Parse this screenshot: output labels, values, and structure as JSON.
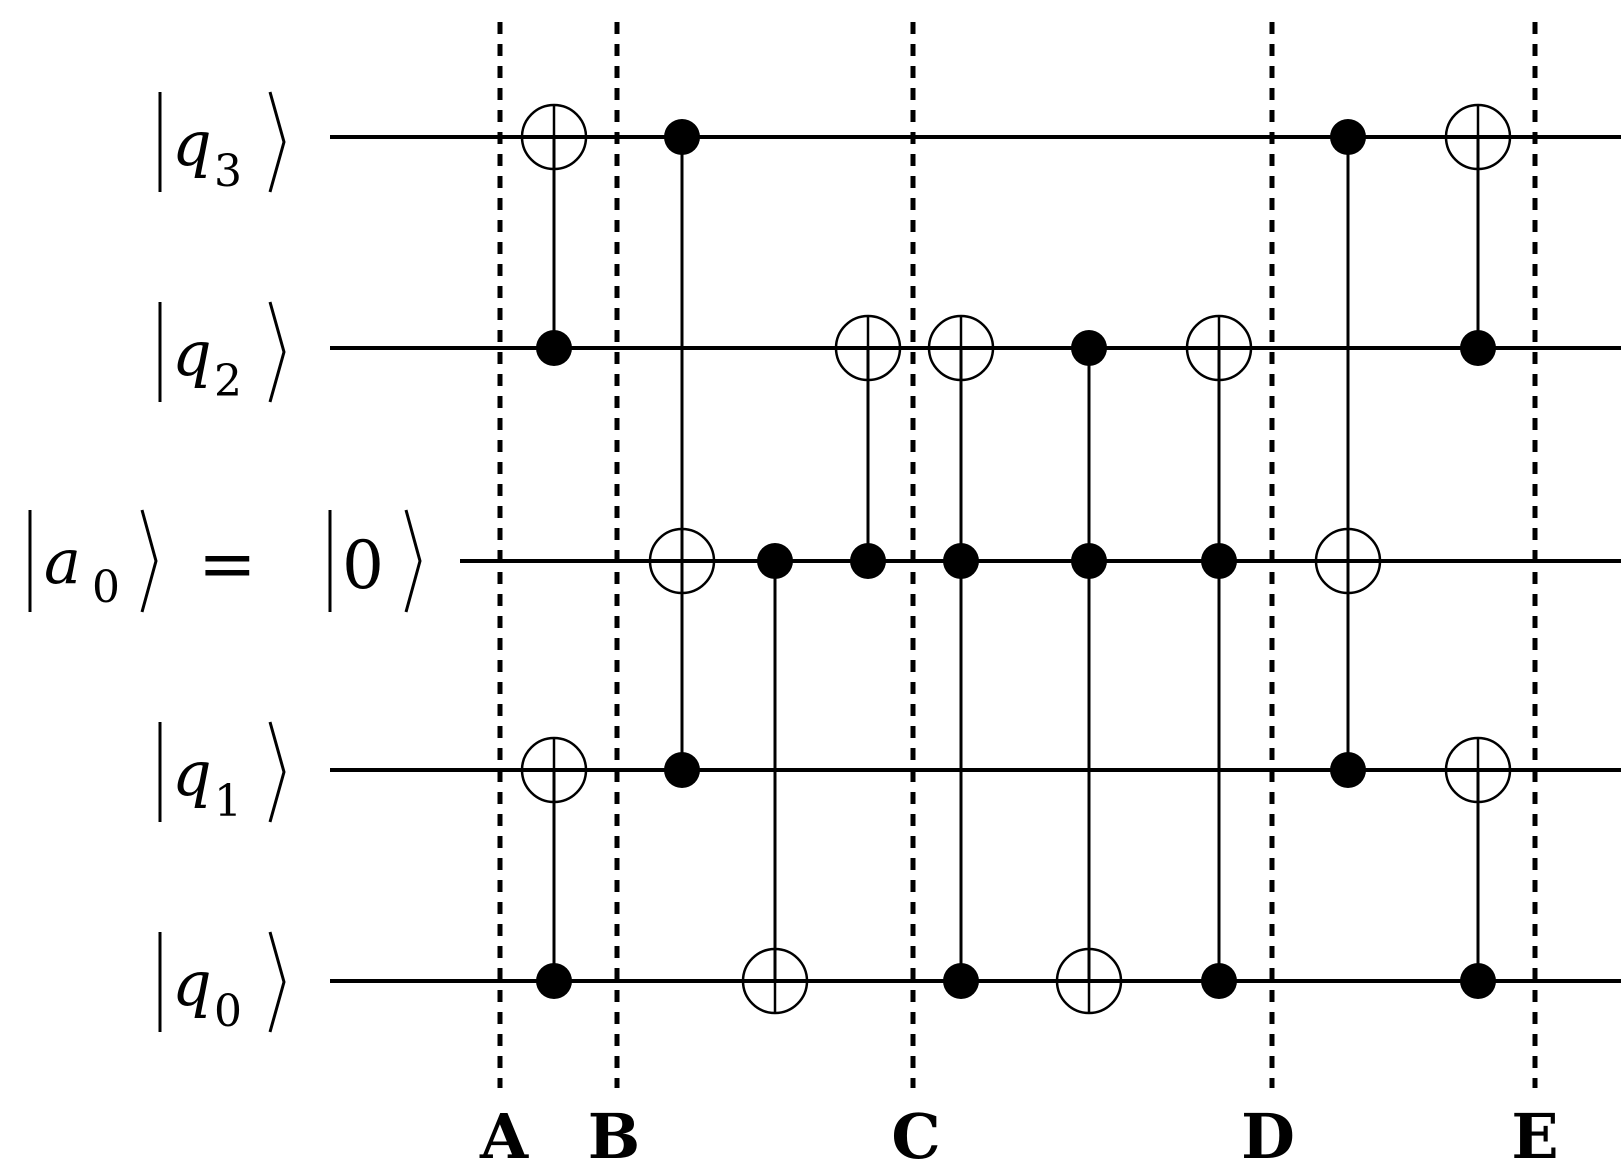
{
  "qubits": [
    {
      "id": "q3",
      "letter": "q",
      "sub": "3"
    },
    {
      "id": "q2",
      "letter": "q",
      "sub": "2"
    },
    {
      "id": "a0",
      "letter": "a",
      "sub": "0",
      "eq": "=",
      "init": "0"
    },
    {
      "id": "q1",
      "letter": "q",
      "sub": "1"
    },
    {
      "id": "q0",
      "letter": "q",
      "sub": "0"
    }
  ],
  "barriers": [
    "A",
    "B",
    "C",
    "D",
    "E"
  ],
  "gates": [
    {
      "control": "q2",
      "target": "q3"
    },
    {
      "control": "q0",
      "target": "q1"
    },
    {
      "control": "q1",
      "target": "a0",
      "extra_control": "q3"
    },
    {
      "control": "a0",
      "target": "q0"
    },
    {
      "control": "a0",
      "target": "q2"
    },
    {
      "control": "a0",
      "target": "q2",
      "extra_control": "q0"
    },
    {
      "control": "a0",
      "target": "q0",
      "extra_control": "q2"
    },
    {
      "control": "a0",
      "target": "q2",
      "extra_control": "q0"
    },
    {
      "control": "q1",
      "target": "a0",
      "extra_control": "q3"
    },
    {
      "control": "q2",
      "target": "q3"
    },
    {
      "control": "q0",
      "target": "q1"
    }
  ]
}
